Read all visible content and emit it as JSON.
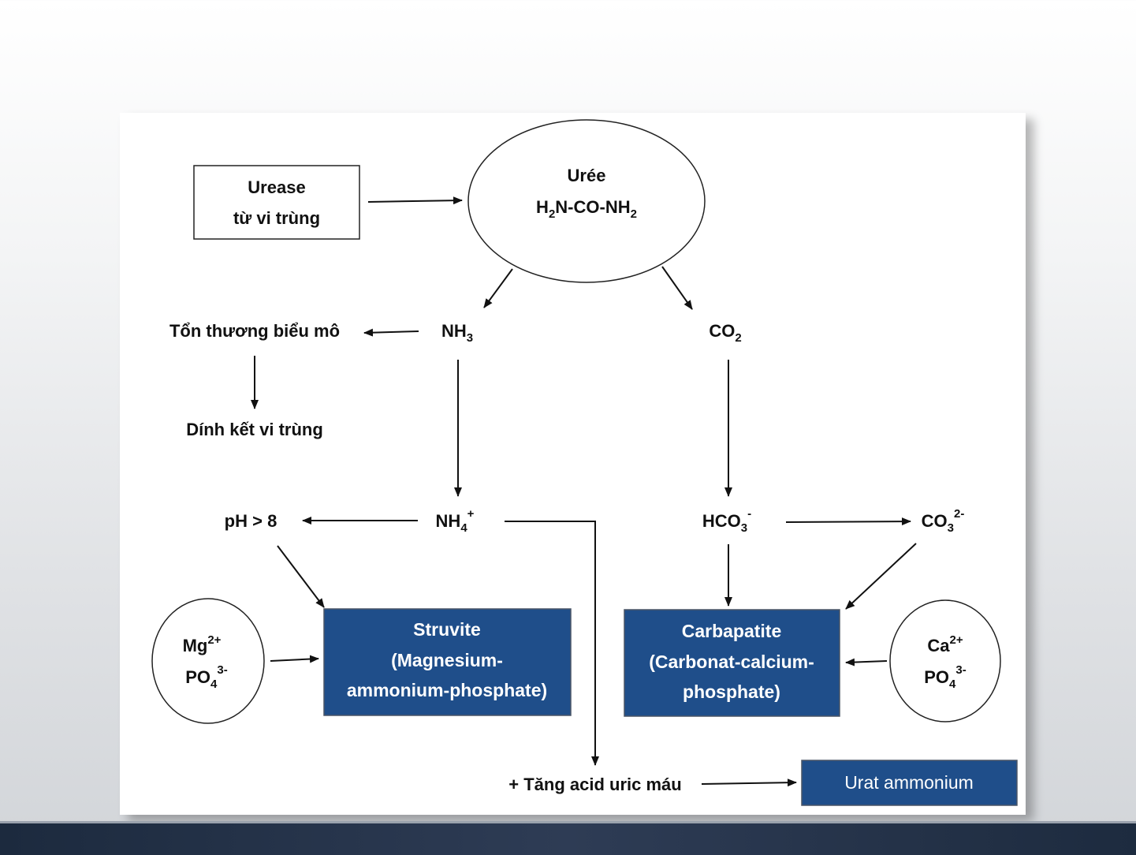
{
  "nodes": {
    "urease": {
      "line1": "Urease",
      "line2": "từ vi trùng"
    },
    "uree": {
      "name": "Urée",
      "formula_parts": [
        "H",
        "2",
        "N-CO-NH",
        "2"
      ]
    },
    "nh3": {
      "base": "NH",
      "sub": "3"
    },
    "co2": {
      "base": "CO",
      "sub": "2"
    },
    "ton_thuong": "Tổn thương biểu mô",
    "dinh_ket": "Dính kết vi trùng",
    "nh4": {
      "base": "NH",
      "sub": "4",
      "sup": "+"
    },
    "ph": "pH > 8",
    "hco3": {
      "base": "HCO",
      "sub": "3",
      "sup": "-"
    },
    "co3": {
      "base": "CO",
      "sub": "3",
      "sup": "2-"
    },
    "mg_circle": {
      "line1_base": "Mg",
      "line1_sup": "2+",
      "line2_base": "PO",
      "line2_sub": "4",
      "line2_sup": "3-"
    },
    "ca_circle": {
      "line1_base": "Ca",
      "line1_sup": "2+",
      "line2_base": "PO",
      "line2_sub": "4",
      "line2_sup": "3-"
    },
    "struvite": {
      "line1": "Struvite",
      "line2": "(Magnesium-",
      "line3": "ammonium-phosphate)"
    },
    "carbapatite": {
      "line1": "Carbapatite",
      "line2": "(Carbonat-calcium-",
      "line3": "phosphate)"
    },
    "acid_uric": "+ Tăng acid uric máu",
    "urat": "Urat ammonium"
  },
  "colors": {
    "box_fill": "#1f4e8a",
    "footer": "#24324a"
  }
}
